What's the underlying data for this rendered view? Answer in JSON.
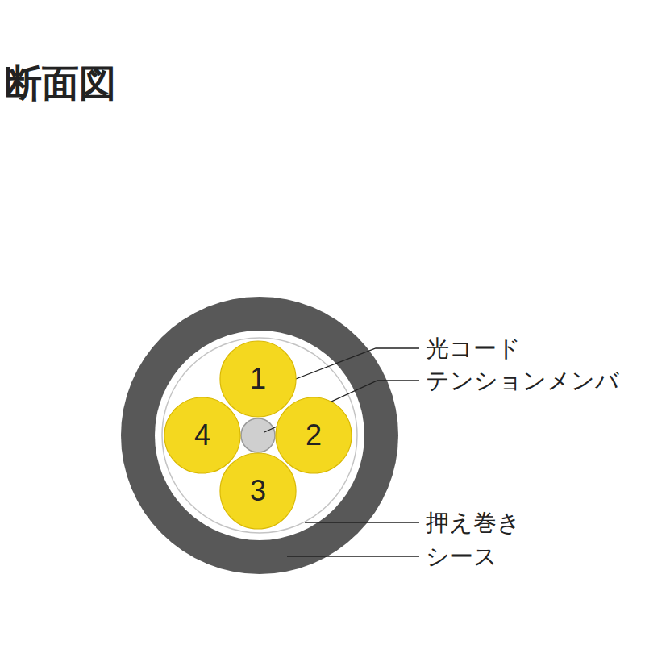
{
  "diagram": {
    "title": "断面図",
    "nodes": [
      {
        "text": [
          "1"
        ]
      },
      {
        "text": [
          "2"
        ]
      },
      {
        "text": [
          "3"
        ]
      },
      {
        "text": [
          "4"
        ]
      }
    ],
    "labels": [
      "光コード",
      "テンションメンバ",
      "押え巻き",
      "シース"
    ]
  }
}
